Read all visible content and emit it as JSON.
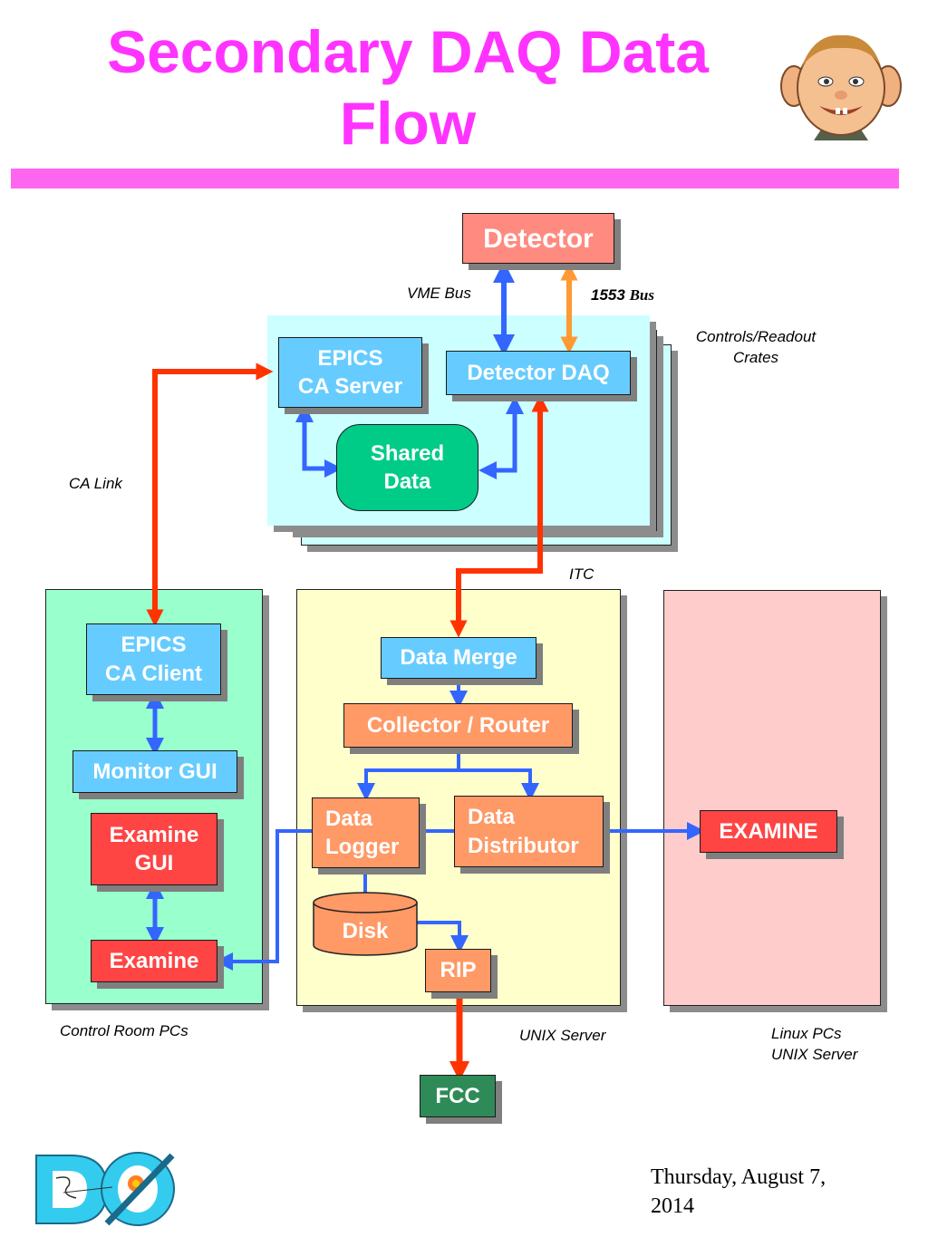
{
  "title": "Secondary DAQ Data Flow",
  "date": "Thursday, August 7, 2014",
  "labels": {
    "vme_bus": "VME Bus",
    "bus_1553_num": "1553",
    "bus_1553_word": "Bus",
    "controls_crates": "Controls/Readout Crates",
    "ca_link": "CA Link",
    "itc": "ITC",
    "control_room_pcs": "Control Room PCs",
    "unix_server": "UNIX Server",
    "linux_pcs": "Linux PCs",
    "linux_unix_server": "UNIX Server"
  },
  "nodes": {
    "detector": "Detector",
    "epics_ca_server_1": "EPICS",
    "epics_ca_server_2": "CA Server",
    "detector_daq": "Detector DAQ",
    "shared_data_1": "Shared",
    "shared_data_2": "Data",
    "epics_ca_client_1": "EPICS",
    "epics_ca_client_2": "CA Client",
    "monitor_gui": "Monitor GUI",
    "examine_gui_1": "Examine",
    "examine_gui_2": "GUI",
    "examine": "Examine",
    "data_merge": "Data Merge",
    "collector_router": "Collector / Router",
    "data_logger_1": "Data",
    "data_logger_2": "Logger",
    "data_distributor_1": "Data",
    "data_distributor_2": "Distributor",
    "disk": "Disk",
    "rip": "RIP",
    "fcc": "FCC",
    "examine_linux": "EXAMINE"
  },
  "colors": {
    "title": "#ff33ff",
    "title_bar": "#ff66f0",
    "crate_panel": "#ccffff",
    "control_room_panel": "#99ffcc",
    "unix_panel": "#ffffcc",
    "linux_panel": "#ffcccc",
    "blue_box": "#66ccff",
    "orange_box": "#ff9966",
    "red_box": "#ff4444",
    "detector_box": "#ff8a80",
    "shared_data": "#00cc88",
    "fcc_box": "#2e8b57",
    "blue_arrow": "#3366ff",
    "red_arrow": "#ff3300",
    "orange_arrow": "#ff9933"
  },
  "icons": [
    "mascot-face-logo",
    "d0-experiment-logo"
  ]
}
